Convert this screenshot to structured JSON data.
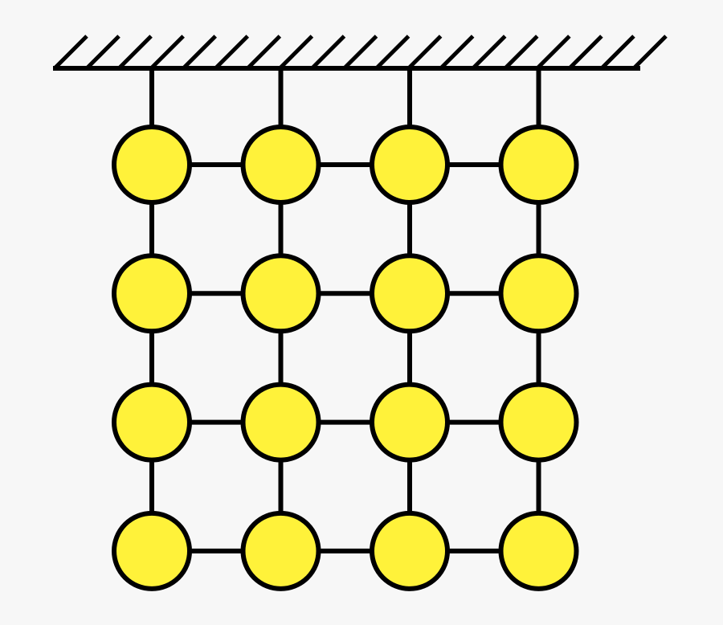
{
  "diagram": {
    "type": "mass-spring lattice suspended from fixed support",
    "grid": {
      "rows": 4,
      "columns": 4
    },
    "support_hatch_count": 19,
    "colors": {
      "background": "#f7f7f7",
      "stroke": "#000000",
      "node_fill": "#fff23a"
    },
    "icons": {
      "support": "fixed-support-hatch-icon",
      "node": "mass-node-icon"
    }
  }
}
